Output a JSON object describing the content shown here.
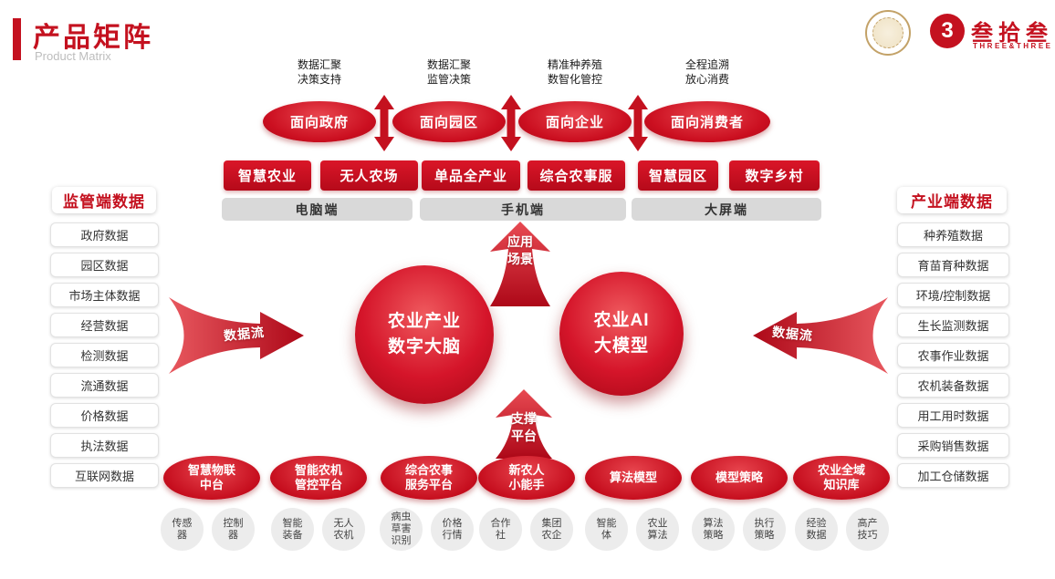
{
  "header": {
    "title": "产品矩阵",
    "subtitle": "Product Matrix"
  },
  "logo": {
    "badge": "3",
    "brand": "叁拾叁",
    "brand_en": "THREE&THREE"
  },
  "top_benefits": [
    "数据汇聚\n决策支持",
    "数据汇聚\n监管决策",
    "精准种养殖\n数智化管控",
    "全程追溯\n放心消费"
  ],
  "audiences": [
    "面向政府",
    "面向园区",
    "面向企业",
    "面向消费者"
  ],
  "products": [
    "智慧农业",
    "无人农场",
    "单品全产业",
    "综合农事服",
    "智慧园区",
    "数字乡村"
  ],
  "terminals": [
    "电脑端",
    "手机端",
    "大屏端"
  ],
  "center": {
    "app_scene_arrow": "应用\n场景",
    "left_brain": "农业产业\n数字大脑",
    "right_brain": "农业AI\n大模型",
    "support_arrow": "支撑\n平台"
  },
  "left_panel": {
    "header": "监管端数据",
    "flow_label": "数据流",
    "items": [
      "政府数据",
      "园区数据",
      "市场主体数据",
      "经营数据",
      "检测数据",
      "流通数据",
      "价格数据",
      "执法数据",
      "互联网数据"
    ]
  },
  "right_panel": {
    "header": "产业端数据",
    "flow_label": "数据流",
    "items": [
      "种养殖数据",
      "育苗育种数据",
      "环境/控制数据",
      "生长监测数据",
      "农事作业数据",
      "农机装备数据",
      "用工用时数据",
      "采购销售数据",
      "加工仓储数据"
    ]
  },
  "platforms": [
    {
      "label": "智慧物联\n中台",
      "items": [
        "传感器",
        "控制器"
      ]
    },
    {
      "label": "智能农机\n管控平台",
      "items": [
        "智能装备",
        "无人农机"
      ]
    },
    {
      "label": "综合农事\n服务平台",
      "items": [
        "病虫草害识别",
        "价格行情"
      ]
    },
    {
      "label": "新农人\n小能手",
      "items": [
        "合作社",
        "集团农企"
      ]
    },
    {
      "label": "算法模型",
      "items": [
        "智能体",
        "农业算法"
      ]
    },
    {
      "label": "模型策略",
      "items": [
        "算法策略",
        "执行策略"
      ]
    },
    {
      "label": "农业全域\n知识库",
      "items": [
        "经验数据",
        "高产技巧"
      ]
    }
  ]
}
